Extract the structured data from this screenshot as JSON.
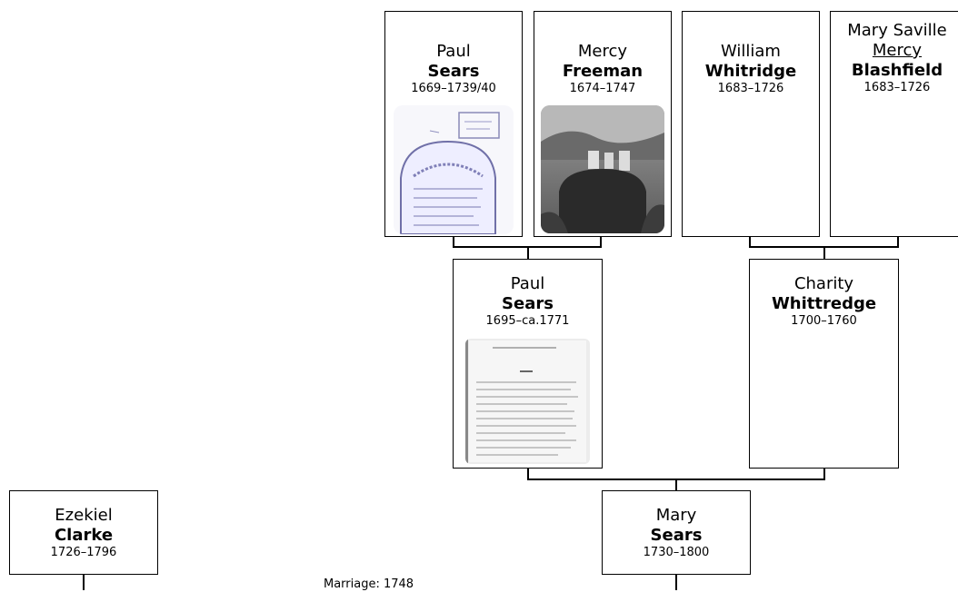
{
  "people": {
    "paul_sears_sr": {
      "given": "Paul",
      "surname": "Sears",
      "dates": "1669–1739/40",
      "photo": "gravestone-sketch"
    },
    "mercy_freeman": {
      "given": "Mercy",
      "surname": "Freeman",
      "dates": "1674–1747",
      "photo": "gravestone-photo"
    },
    "william_whitridge": {
      "given": "William",
      "surname": "Whitridge",
      "dates": "1683–1726"
    },
    "mary_saville": {
      "given": "Mary Saville",
      "alt_given": "Mercy",
      "surname": "Blashfield",
      "dates": "1683–1726"
    },
    "paul_sears_jr": {
      "given": "Paul",
      "surname": "Sears",
      "dates": "1695–ca.1771",
      "photo": "document-page"
    },
    "charity_whittredge": {
      "given": "Charity",
      "surname": "Whittredge",
      "dates": "1700–1760"
    },
    "mary_sears": {
      "given": "Mary",
      "surname": "Sears",
      "dates": "1730–1800"
    },
    "ezekiel_clarke": {
      "given": "Ezekiel",
      "surname": "Clarke",
      "dates": "1726–1796"
    }
  },
  "marriage": {
    "label": "Marriage: 1748"
  }
}
